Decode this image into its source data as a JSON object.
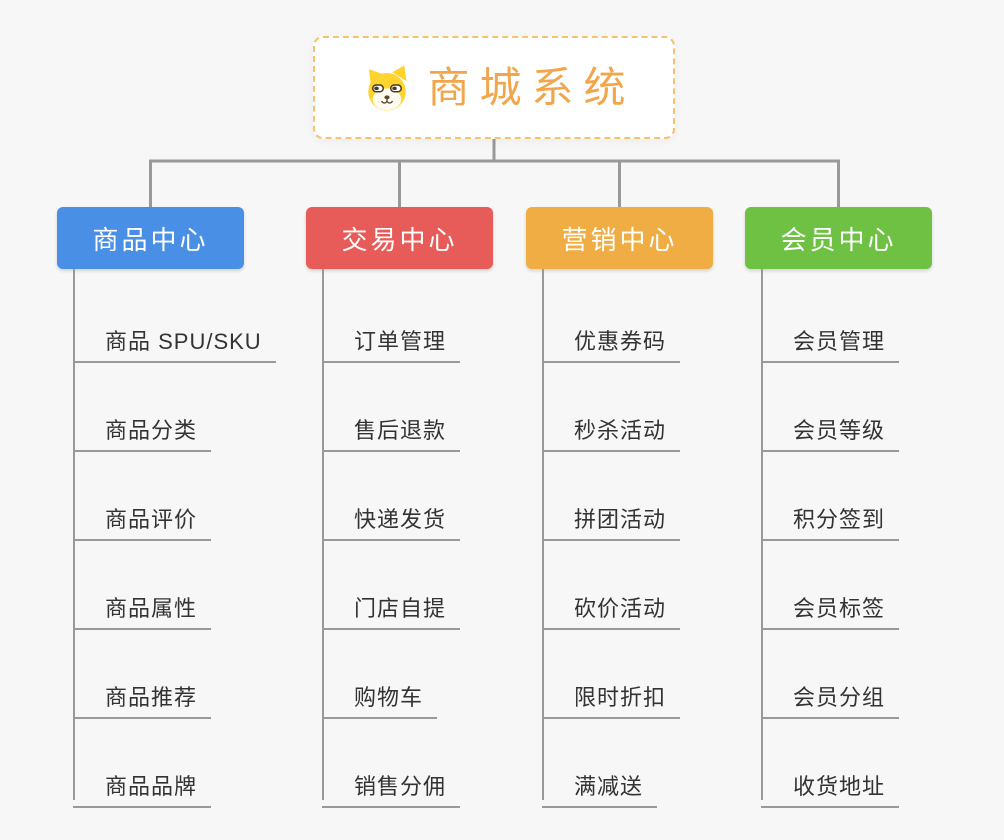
{
  "root": {
    "title": "商城系统",
    "icon": "dog-face"
  },
  "branches": [
    {
      "label": "商品中心",
      "color": "#4A8FE6",
      "items": [
        "商品 SPU/SKU",
        "商品分类",
        "商品评价",
        "商品属性",
        "商品推荐",
        "商品品牌"
      ]
    },
    {
      "label": "交易中心",
      "color": "#E75C59",
      "items": [
        "订单管理",
        "售后退款",
        "快递发货",
        "门店自提",
        "购物车",
        "销售分佣"
      ]
    },
    {
      "label": "营销中心",
      "color": "#EFAD44",
      "items": [
        "优惠券码",
        "秒杀活动",
        "拼团活动",
        "砍价活动",
        "限时折扣",
        "满减送"
      ]
    },
    {
      "label": "会员中心",
      "color": "#6EC143",
      "items": [
        "会员管理",
        "会员等级",
        "积分签到",
        "会员标签",
        "会员分组",
        "收货地址"
      ]
    }
  ],
  "colors": {
    "connector": "#999999",
    "item_text": "#333333",
    "root_text": "#F2A64B",
    "root_border": "#F6C36D",
    "dog_yellow": "#FFD42E",
    "background": "#F7F7F7"
  }
}
